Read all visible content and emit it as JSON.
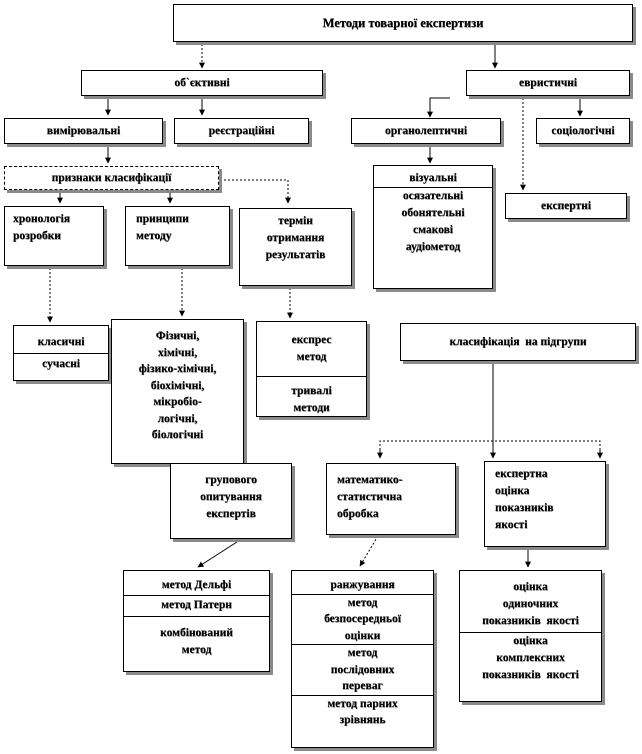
{
  "root": "Методи товарної експертизи",
  "objective": "об`єктивні",
  "heuristic": "евристичні",
  "measuring": "вимірювальні",
  "registration": "реєстраційні",
  "organoleptic": "органолептичні",
  "sociological": "соціологічні",
  "features": "признаки класифікації",
  "chronology": [
    "хронологія",
    "розробки"
  ],
  "principles": [
    "принципи",
    "методу"
  ],
  "term": [
    "термін",
    "отримання",
    "результатів"
  ],
  "organo_list": [
    "візуальні",
    "осязательні",
    "обонятельні",
    "смакові",
    "аудіометод"
  ],
  "expert": "експертні",
  "classic_box": [
    "класичні",
    "сучасні"
  ],
  "physical_list": [
    "Фізичні,",
    "хімічні,",
    "фізико-хімічні,",
    "біохімічні,",
    "мікробіо-",
    "логічні,",
    "біологічні"
  ],
  "express_box": [
    "експрес",
    "метод"
  ],
  "long_box": [
    "тривалі",
    "методи"
  ],
  "subgroup": "класифікація  на підгрупи",
  "group_survey": [
    "групового",
    "опитування",
    "експертів"
  ],
  "math_stat": [
    "математико-",
    "статистична",
    "обробка"
  ],
  "expert_eval": [
    "експертна",
    "оцінка",
    "показників",
    "якості"
  ],
  "delphi": [
    "метод Дельфі",
    "метод Патерн",
    "комбінований",
    "метод"
  ],
  "ranking": [
    "ранжування",
    "метод",
    "безпосередньої",
    "оцінки",
    "метод",
    "послідовних",
    "переваг",
    "метод парних",
    "зрівнянь"
  ],
  "estimates": [
    "оцінка",
    "одиночних",
    "показників  якості",
    "оцінка",
    "комплексних",
    "показників  якості"
  ]
}
